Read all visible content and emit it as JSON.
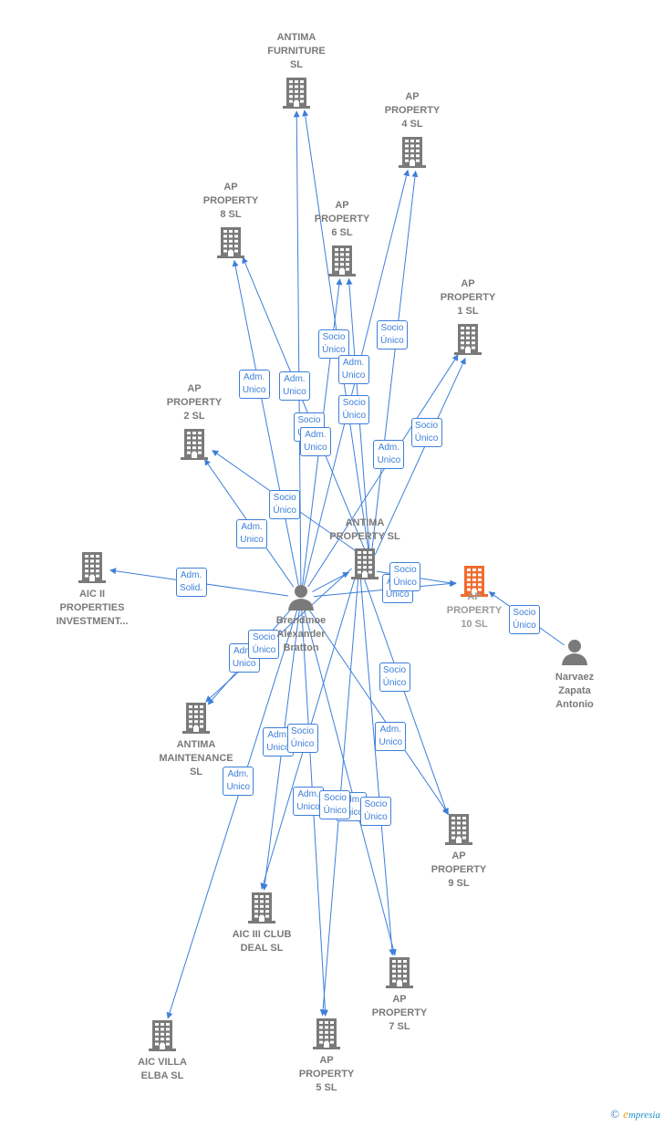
{
  "colors": {
    "edge": "#3d7fd9",
    "company": "#7a7a7a",
    "company_focus": "#f26b2e",
    "person": "#7a7a7a"
  },
  "companies": [
    {
      "id": "antima-furniture",
      "label": "ANTIMA\nFURNITURE\nSL",
      "icon": "building-icon"
    },
    {
      "id": "ap4",
      "label": "AP\nPROPERTY\n4  SL",
      "icon": "building-icon"
    },
    {
      "id": "ap8",
      "label": "AP\nPROPERTY\n8  SL",
      "icon": "building-icon"
    },
    {
      "id": "ap6",
      "label": "AP\nPROPERTY\n6  SL",
      "icon": "building-icon"
    },
    {
      "id": "ap1",
      "label": "AP\nPROPERTY\n1  SL",
      "icon": "building-icon"
    },
    {
      "id": "ap2",
      "label": "AP\nPROPERTY\n2  SL",
      "icon": "building-icon"
    },
    {
      "id": "antima-property",
      "label": "ANTIMA\nPROPERTY  SL",
      "icon": "building-icon"
    },
    {
      "id": "aic2",
      "label": "AIC II\nPROPERTIES\nINVESTMENT...",
      "icon": "building-icon"
    },
    {
      "id": "ap10",
      "label": "AP\nPROPERTY\n10  SL",
      "icon": "building-icon",
      "focus": true
    },
    {
      "id": "antima-maintenance",
      "label": "ANTIMA\nMAINTENANCE\nSL",
      "icon": "building-icon"
    },
    {
      "id": "ap9",
      "label": "AP\nPROPERTY\n9  SL",
      "icon": "building-icon"
    },
    {
      "id": "aic3",
      "label": "AIC III CLUB\nDEAL  SL",
      "icon": "building-icon"
    },
    {
      "id": "ap7",
      "label": "AP\nPROPERTY\n7  SL",
      "icon": "building-icon"
    },
    {
      "id": "aic-villa",
      "label": "AIC VILLA\nELBA  SL",
      "icon": "building-icon"
    },
    {
      "id": "ap5",
      "label": "AP\nPROPERTY\n5  SL",
      "icon": "building-icon"
    }
  ],
  "persons": [
    {
      "id": "brendmoe",
      "label": "Brendmoe\nAlexander\nBratton",
      "icon": "person-icon"
    },
    {
      "id": "narvaez",
      "label": "Narvaez\nZapata\nAntonio",
      "icon": "person-icon"
    }
  ],
  "edges": [
    {
      "from": "brendmoe",
      "to": "antima-furniture",
      "label": "Adm.\nUnico"
    },
    {
      "from": "antima-property",
      "to": "antima-furniture",
      "label": "Socio\nÚnico"
    },
    {
      "from": "brendmoe",
      "to": "ap4",
      "label": "Adm.\nUnico"
    },
    {
      "from": "antima-property",
      "to": "ap4",
      "label": "Socio\nÚnico"
    },
    {
      "from": "brendmoe",
      "to": "ap8",
      "label": "Adm.\nUnico"
    },
    {
      "from": "antima-property",
      "to": "ap8",
      "label": "Socio\nÚnico"
    },
    {
      "from": "brendmoe",
      "to": "ap6",
      "label": "Adm.\nUnico"
    },
    {
      "from": "antima-property",
      "to": "ap6",
      "label": "Socio\nÚnico"
    },
    {
      "from": "brendmoe",
      "to": "ap1",
      "label": "Adm.\nUnico"
    },
    {
      "from": "antima-property",
      "to": "ap1",
      "label": "Socio\nÚnico"
    },
    {
      "from": "brendmoe",
      "to": "ap2",
      "label": "Adm.\nUnico"
    },
    {
      "from": "antima-property",
      "to": "ap2",
      "label": "Socio\nÚnico"
    },
    {
      "from": "brendmoe",
      "to": "aic2",
      "label": "Adm.\nSolid."
    },
    {
      "from": "brendmoe",
      "to": "antima-property",
      "label": ""
    },
    {
      "from": "brendmoe",
      "to": "ap10",
      "label": "Adm.\nUnico"
    },
    {
      "from": "antima-property",
      "to": "ap10",
      "label": "Socio\nÚnico"
    },
    {
      "from": "narvaez",
      "to": "ap10",
      "label": "Socio\nÚnico"
    },
    {
      "from": "brendmoe",
      "to": "antima-maintenance",
      "label": "Adm.\nUnico"
    },
    {
      "from": "antima-property",
      "to": "antima-maintenance",
      "label": "Socio\nÚnico"
    },
    {
      "from": "brendmoe",
      "to": "ap9",
      "label": "Adm.\nUnico"
    },
    {
      "from": "antima-property",
      "to": "ap9",
      "label": "Socio\nÚnico"
    },
    {
      "from": "brendmoe",
      "to": "aic3",
      "label": "Adm.\nUnico"
    },
    {
      "from": "antima-property",
      "to": "aic3",
      "label": "Socio\nÚnico"
    },
    {
      "from": "brendmoe",
      "to": "ap7",
      "label": "Adm.\nUnico"
    },
    {
      "from": "antima-property",
      "to": "ap7",
      "label": "Socio\nÚnico"
    },
    {
      "from": "brendmoe",
      "to": "aic-villa",
      "label": "Adm.\nUnico"
    },
    {
      "from": "brendmoe",
      "to": "ap5",
      "label": "Adm.\nUnico"
    },
    {
      "from": "antima-property",
      "to": "ap5",
      "label": "Socio\nÚnico"
    }
  ],
  "credit": {
    "symbol": "©",
    "brand_initial": "e",
    "brand_rest": "mpresia"
  }
}
